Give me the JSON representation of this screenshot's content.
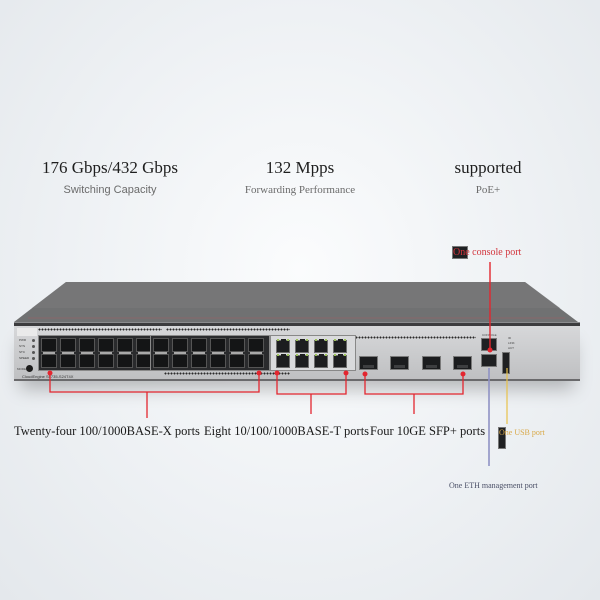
{
  "stats": [
    {
      "value": "176 Gbps/432 Gbps",
      "label": "Switching Capacity"
    },
    {
      "value": "132 Mpps",
      "label": "Forwarding Performance"
    },
    {
      "value": "supported",
      "label": "PoE+"
    }
  ],
  "device": {
    "model_text": "CloudEngine S5735-S24T4X",
    "led_labels": [
      "PWR",
      "SYS",
      "STC",
      "SPEED"
    ],
    "mode_label": "MODE",
    "console_label": "CONSOLE",
    "usb_leds": [
      "ID",
      "LINK",
      "ACT"
    ],
    "sfp_port_count": 24,
    "rj45_port_count": 8,
    "sfp_plus_port_count": 4
  },
  "annotations": {
    "console": "One console port",
    "sfp": "Twenty-four 100/1000BASE-X ports",
    "rj45": "Eight 10/100/1000BASE-T ports",
    "sfp_plus": "Four 10GE SFP+ ports",
    "usb": "One USB port",
    "eth": "One ETH management port"
  },
  "colors": {
    "annotation_red": "#e3262f",
    "usb_line": "#e8c24a",
    "eth_line": "#8f92c4"
  }
}
